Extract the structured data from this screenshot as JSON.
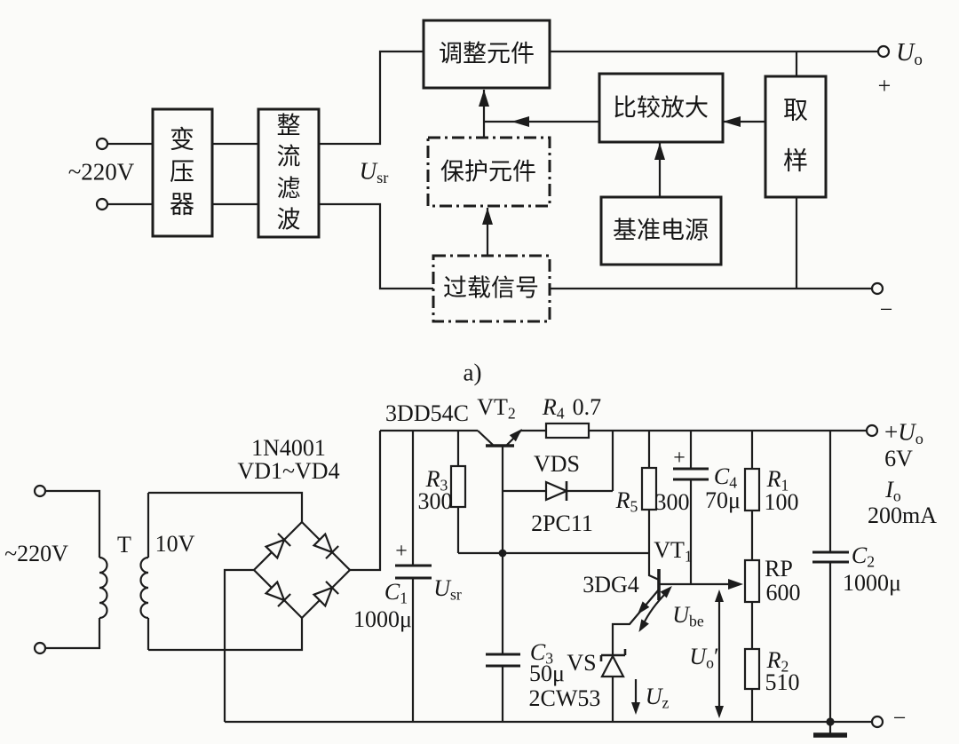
{
  "figure": {
    "caption_a": "a)"
  },
  "block_diagram": {
    "input_label": "~220V",
    "transformer": "变压器",
    "rectifier_filter": "整流滤波",
    "regulator": "调整元件",
    "protection": "保护元件",
    "comparator": "比较放大",
    "reference": "基准电源",
    "sampling": "取样",
    "overload": "过载信号",
    "u_sr": {
      "base": "U",
      "sub": "sr"
    },
    "u_o": {
      "base": "U",
      "sub": "o"
    },
    "polarity_plus": "+",
    "polarity_minus": "−"
  },
  "schematic": {
    "input_label": "~220V",
    "transformer_name": "T",
    "secondary_voltage": "10V",
    "bridge_part": "1N4001",
    "bridge_designators": "VD1~VD4",
    "u_sr": {
      "base": "U",
      "sub": "sr"
    },
    "c1": {
      "base": "C",
      "sub": "1",
      "value": "1000μ",
      "plus": "+"
    },
    "r3": {
      "base": "R",
      "sub": "3",
      "value": "300"
    },
    "vt2": {
      "base": "VT",
      "sub": "2",
      "part": "3DD54C"
    },
    "r4": {
      "base": "R",
      "sub": "4",
      "value": "0.7"
    },
    "vds": {
      "name": "VDS",
      "part": "2PC11"
    },
    "r5": {
      "base": "R",
      "sub": "5",
      "value": "300"
    },
    "c4": {
      "base": "C",
      "sub": "4",
      "value": "70μ",
      "plus": "+"
    },
    "r1": {
      "base": "R",
      "sub": "1",
      "value": "100"
    },
    "vt1": {
      "base": "VT",
      "sub": "1",
      "part": "3DG4"
    },
    "u_be": {
      "base": "U",
      "sub": "be"
    },
    "rp": {
      "name": "RP",
      "value": "600"
    },
    "r2": {
      "base": "R",
      "sub": "2",
      "value": "510"
    },
    "c2": {
      "base": "C",
      "sub": "2",
      "value": "1000μ"
    },
    "c3": {
      "base": "C",
      "sub": "3",
      "value": "50μ"
    },
    "vs": {
      "name": "VS",
      "part": "2CW53"
    },
    "u_z": {
      "base": "U",
      "sub": "z"
    },
    "u_o_prime": {
      "base": "U",
      "sub": "o",
      "prime": "′"
    },
    "output": {
      "plus": "+",
      "u_o": {
        "base": "U",
        "sub": "o"
      },
      "voltage": "6V",
      "i_o": {
        "base": "I",
        "sub": "o"
      },
      "current": "200mA",
      "minus": "−"
    }
  }
}
